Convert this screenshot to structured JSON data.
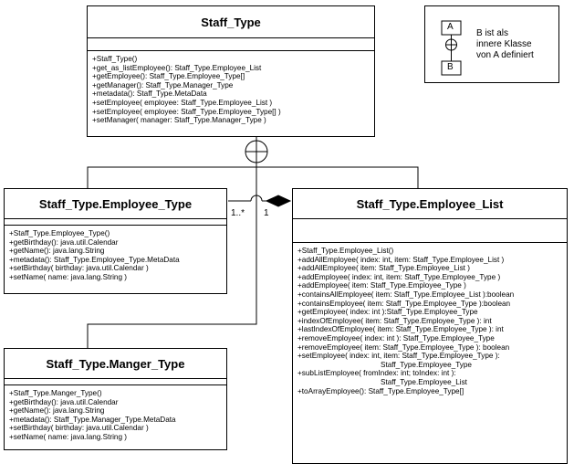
{
  "classes": {
    "staff_type": {
      "name": "Staff_Type",
      "operations": [
        "+Staff_Type()",
        "+get_as_listEmployee(): Staff_Type.Employee_List",
        "+getEmployee(): Staff_Type.Employee_Type[]",
        "+getManager(): Staff_Type.Manager_Type",
        "+metadata(): Staff_Type.MetaData",
        "+setEmployee( employee: Staff_Type.Employee_List )",
        "+setEmployee( employee: Staff_Type.Employee_Type[] )",
        "+setManager( manager: Staff_Type.Manager_Type )"
      ]
    },
    "employee_type": {
      "name": "Staff_Type.Employee_Type",
      "operations": [
        "+Staff_Type.Employee_Type()",
        "+getBirthday(): java.util.Calendar",
        "+getName(): java.lang.String",
        "+metadata(): Staff_Type.Employee_Type.MetaData",
        "+setBirthday( birthday: java.util.Calendar )",
        "+setName( name: java.lang.String )"
      ]
    },
    "employee_list": {
      "name": "Staff_Type.Employee_List",
      "operations": [
        "+Staff_Type.Employee_List()",
        "+addAllEmployee( index: int, item: Staff_Type.Employee_List )",
        "+addAllEmployee( item: Staff_Type.Employee_List )",
        "+addEmployee( index: int, item: Staff_Type.Employee_Type )",
        "+addEmployee( item: Staff_Type.Employee_Type )",
        "+containsAllEmployee( item: Staff_Type.Employee_List ):boolean",
        "+containsEmployee( item: Staff_Type.Employee_Type ):boolean",
        "+getEmployee( index: int ):Staff_Type.Employee_Type",
        "+indexOfEmployee( item: Staff_Type.Employee_Type ): int",
        "+lastIndexOfEmployee( item: Staff_Type.Employee_Type ): int",
        "+removeEmployee( index: int ): Staff_Type.Employee_Type",
        "+removeEmployee( item: Staff_Type.Employee_Type ): boolean",
        "+setEmployee( index: int, item: Staff_Type.Employee_Type ):",
        "                                        Staff_Type.Employee_Type",
        "+subListEmployee( fromIndex: int; toIndex: int ):",
        "                                        Staff_Type.Employee_List",
        "+toArrayEmployee(): Staff_Type.Employee_Type[]"
      ]
    },
    "manger_type": {
      "name": "Staff_Type.Manger_Type",
      "operations": [
        "+Staff_Type.Manger_Type()",
        "+getBirthday(): java.util.Calendar",
        "+getName(): java.lang.String",
        "+metadata(): Staff_Type.Manager_Type.MetaData",
        "+setBirthday( birthday: java.util.Calendar )",
        "+setName( name: java.lang.String )"
      ]
    }
  },
  "association": {
    "mult_employee_type": "1..*",
    "mult_employee_list": "1"
  },
  "legend": {
    "box_a": "A",
    "box_b": "B",
    "text": [
      "B ist als",
      "innere Klasse",
      "von A definiert"
    ]
  }
}
